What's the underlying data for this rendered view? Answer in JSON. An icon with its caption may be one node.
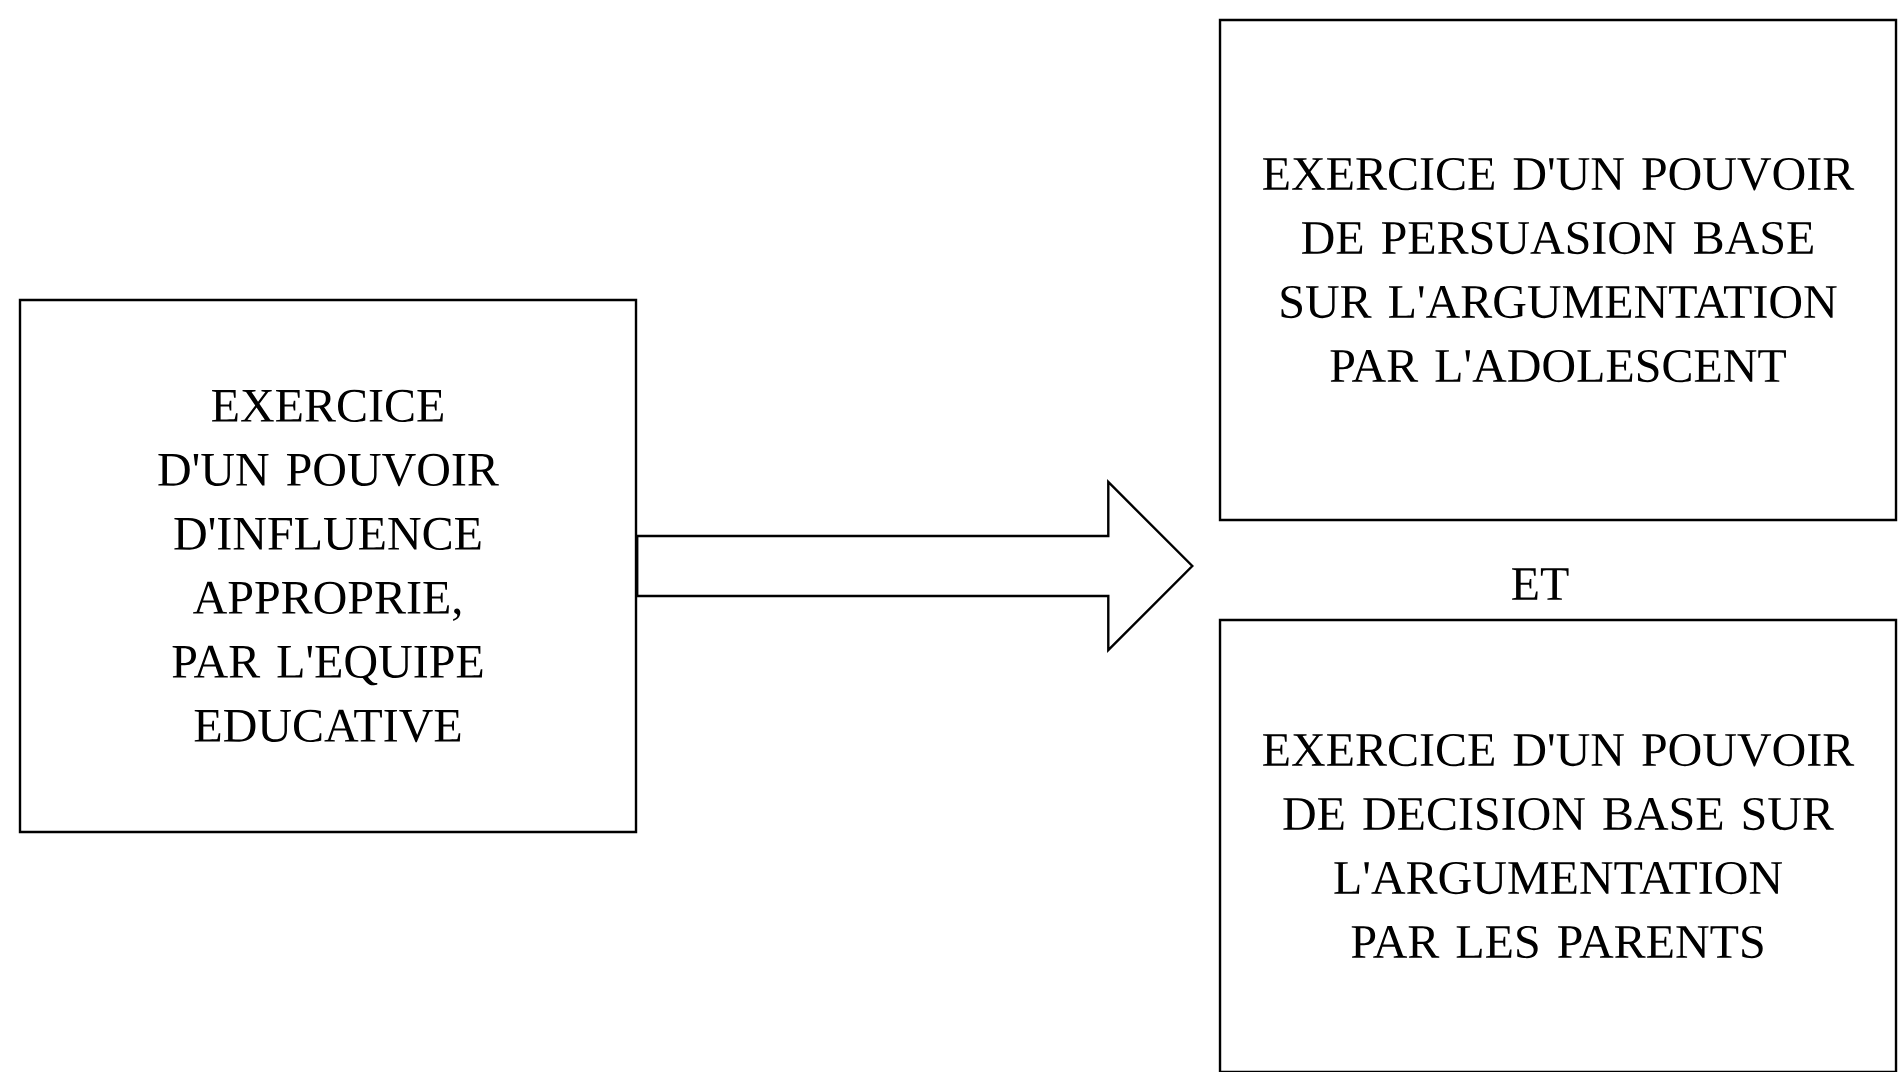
{
  "diagram": {
    "nodes": [
      {
        "text": [
          "EXERCICE D'UN POUVOIR D'INFLUENCE APPROPRIE, PAR L'EQUIPE EDUCATIVE"
        ]
      },
      {
        "text": [
          "EXERCICE D'UN POUVOIR DE PERSUASION BASE SUR L'ARGUMENTATION PAR L'ADOLESCENT"
        ]
      },
      {
        "text": [
          "ET"
        ]
      },
      {
        "text": [
          "EXERCICE D'UN POUVOIR DE DECISION BASE SUR L'ARGUMENTATION PAR LES PARENTS"
        ]
      }
    ],
    "edges": [
      {
        "from": 0,
        "to": 2,
        "arrow": "to"
      }
    ]
  }
}
